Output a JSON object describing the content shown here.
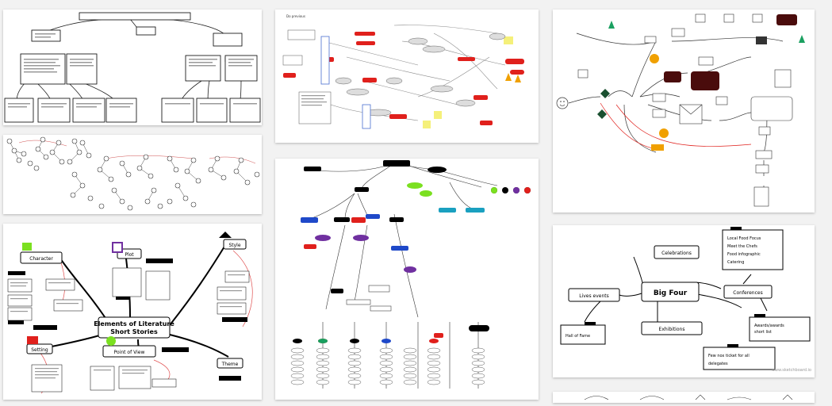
{
  "colors": {
    "background": "#f2f2f2",
    "panel": "#ffffff",
    "ink": "#000000",
    "accent_red": "#e0201c",
    "accent_green": "#7be020",
    "accent_purple": "#7030a0",
    "accent_blue": "#1f49c9"
  },
  "literature_map": {
    "center_line1": "Elements of Literature",
    "center_line2": "Short Stories",
    "character": "Character",
    "plot": "Plot",
    "style": "Style",
    "setting": "Setting",
    "point_of_view": "Point of View",
    "theme": "Theme"
  },
  "big_four_map": {
    "center": "Big Four",
    "celebrations": "Celebrations",
    "conferences": "Conferences",
    "lives_events": "Lives events",
    "exhibitions": "Exhibitions",
    "hall_of_fame": "Hall of Fame",
    "awards": "Awards/awards",
    "awards_line2": "short list",
    "local_food_1": "Local Food Focus",
    "local_food_2": "Meet the Chefs",
    "local_food_3": "Food infographic",
    "local_food_4": "Catering",
    "ticket_line1": "Few nox ticket for all",
    "ticket_line2": "delegates",
    "watermark": "www.sketchboard.io"
  },
  "flow_panel": {
    "header": "Do previous"
  }
}
